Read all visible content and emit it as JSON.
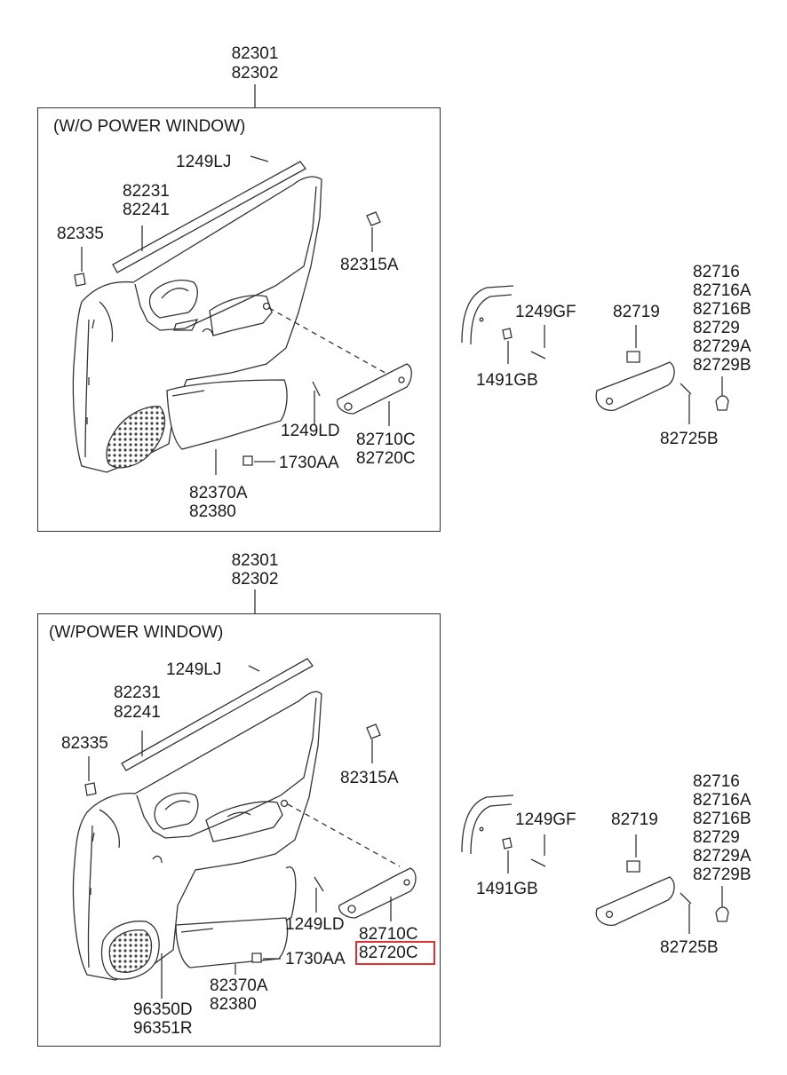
{
  "colors": {
    "line": "#333333",
    "highlight": "#e03030",
    "background": "#ffffff"
  },
  "top": {
    "assembly": [
      "82301",
      "82302"
    ],
    "title": "(W/O POWER WINDOW)",
    "strip_bolt": "1249LJ",
    "weatherstrip": [
      "82231",
      "82241"
    ],
    "clip_left": "82335",
    "clip_right": "82315A",
    "screw_handle": "1249LD",
    "handle": [
      "82710C",
      "82720C"
    ],
    "screw_pocket": "1730AA",
    "pocket": [
      "82370A",
      "82380"
    ]
  },
  "bottom": {
    "assembly": [
      "82301",
      "82302"
    ],
    "title": "(W/POWER WINDOW)",
    "strip_bolt": "1249LJ",
    "weatherstrip": [
      "82231",
      "82241"
    ],
    "clip_left": "82335",
    "clip_right": "82315A",
    "screw_handle": "1249LD",
    "handle": [
      "82710C",
      "82720C"
    ],
    "screw_pocket": "1730AA",
    "pocket": [
      "82370A",
      "82380"
    ],
    "speaker": [
      "96350D",
      "96351R"
    ]
  },
  "side_top": {
    "screw_gf": "1249GF",
    "clip_gb": "1491GB",
    "retainer": "82719",
    "covers": [
      "82716",
      "82716A",
      "82716B",
      "82729",
      "82729A",
      "82729B"
    ],
    "screw_b": "82725B"
  },
  "side_bottom": {
    "screw_gf": "1249GF",
    "clip_gb": "1491GB",
    "retainer": "82719",
    "covers": [
      "82716",
      "82716A",
      "82716B",
      "82729",
      "82729A",
      "82729B"
    ],
    "screw_b": "82725B"
  }
}
